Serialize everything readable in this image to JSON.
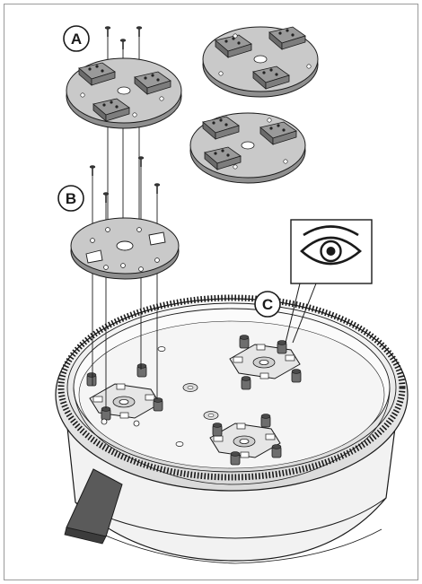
{
  "figure": {
    "callouts": {
      "a": "A",
      "b": "B",
      "c": "C"
    },
    "icons": {
      "view": "eye-icon"
    },
    "colors": {
      "line": "#1a1a1a",
      "disc_top": "#c9c9c9",
      "disc_side": "#8f8f8f",
      "shoe_top": "#9a9a9a",
      "shoe_side": "#6b6b6b",
      "housing": "#f2f2f2",
      "rubber": "#5a5a5a",
      "frame": "#9a9a9a"
    }
  }
}
